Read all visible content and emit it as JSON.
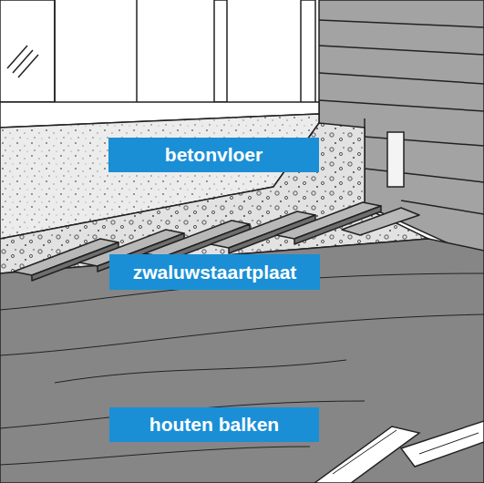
{
  "diagram": {
    "nodes": [
      {
        "text": [
          "betonvloer"
        ]
      },
      {
        "text": [
          "zwaluwstaartplaat"
        ]
      },
      {
        "text": [
          "houten balken"
        ]
      }
    ]
  }
}
